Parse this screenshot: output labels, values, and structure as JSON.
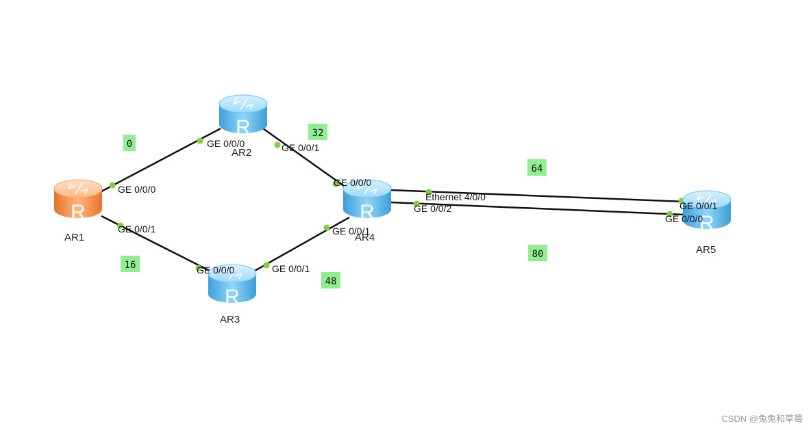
{
  "routers": [
    {
      "id": "AR1",
      "name": "AR1",
      "color": "orange"
    },
    {
      "id": "AR2",
      "name": "AR2",
      "color": "blue"
    },
    {
      "id": "AR3",
      "name": "AR3",
      "color": "blue"
    },
    {
      "id": "AR4",
      "name": "AR4",
      "color": "blue"
    },
    {
      "id": "AR5",
      "name": "AR5",
      "color": "blue"
    }
  ],
  "router_glyph": "R",
  "links": [
    {
      "from": "AR1",
      "to": "AR2",
      "from_port": "GE 0/0/0",
      "to_port": "GE 0/0/0"
    },
    {
      "from": "AR1",
      "to": "AR3",
      "from_port": "GE 0/0/1",
      "to_port": "GE 0/0/0"
    },
    {
      "from": "AR2",
      "to": "AR4",
      "from_port": "GE 0/0/1",
      "to_port": "GE 0/0/0"
    },
    {
      "from": "AR3",
      "to": "AR4",
      "from_port": "GE 0/0/1",
      "to_port": "GE 0/0/1"
    },
    {
      "from": "AR4",
      "to": "AR5",
      "from_port": "Ethernet 4/0/0",
      "to_port": "GE 0/0/1"
    },
    {
      "from": "AR4",
      "to": "AR5",
      "from_port": "GE 0/0/2",
      "to_port": "GE 0/0/0"
    }
  ],
  "badges": [
    "0",
    "16",
    "32",
    "48",
    "64",
    "80"
  ],
  "colors": {
    "link": "#111111",
    "port_dot": "#7ed13b",
    "badge_bg": "#90ee90",
    "router_blue": "#5ab9ec",
    "router_orange": "#f08c3c"
  },
  "watermark": "CSDN @兔兔和草莓"
}
